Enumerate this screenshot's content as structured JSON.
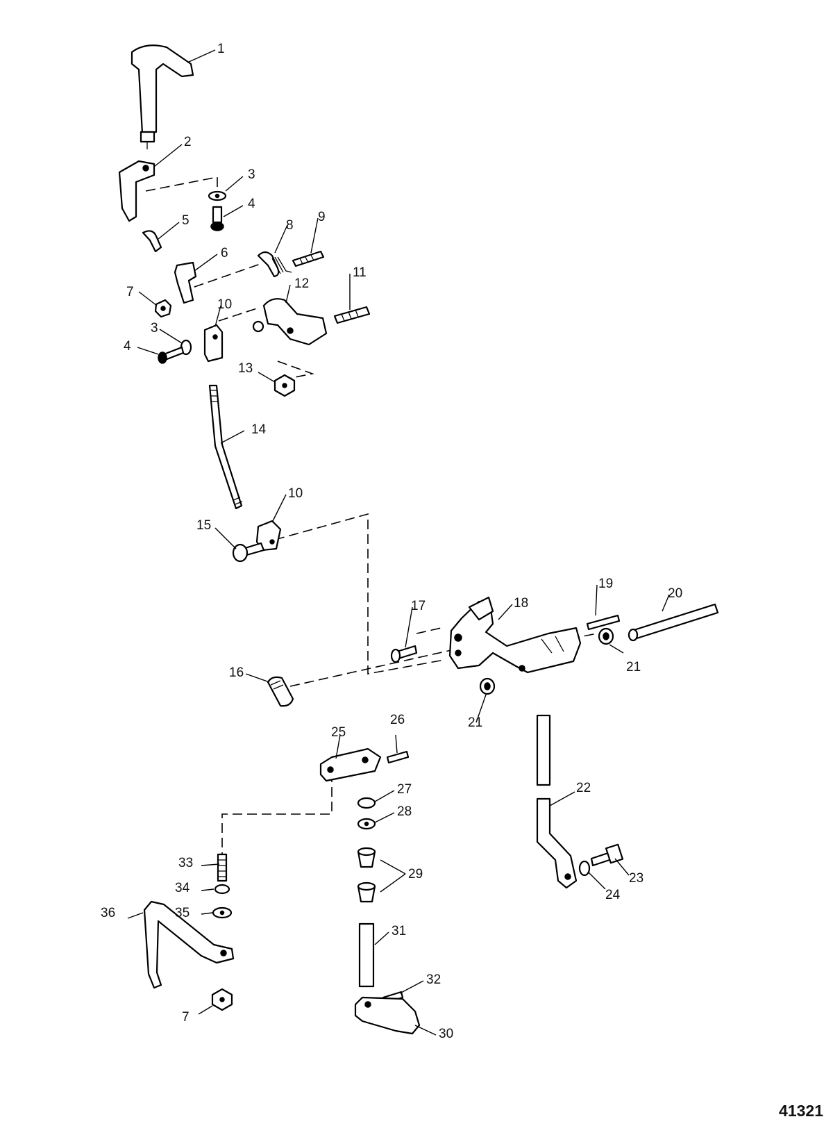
{
  "figure_id": "41321",
  "callouts": [
    "1",
    "2",
    "3",
    "4",
    "5",
    "6",
    "7",
    "8",
    "9",
    "10",
    "11",
    "12",
    "3",
    "4",
    "13",
    "14",
    "10",
    "15",
    "16",
    "17",
    "18",
    "19",
    "20",
    "21",
    "21",
    "22",
    "23",
    "24",
    "25",
    "26",
    "27",
    "28",
    "29",
    "30",
    "31",
    "32",
    "33",
    "34",
    "35",
    "36",
    "7"
  ]
}
